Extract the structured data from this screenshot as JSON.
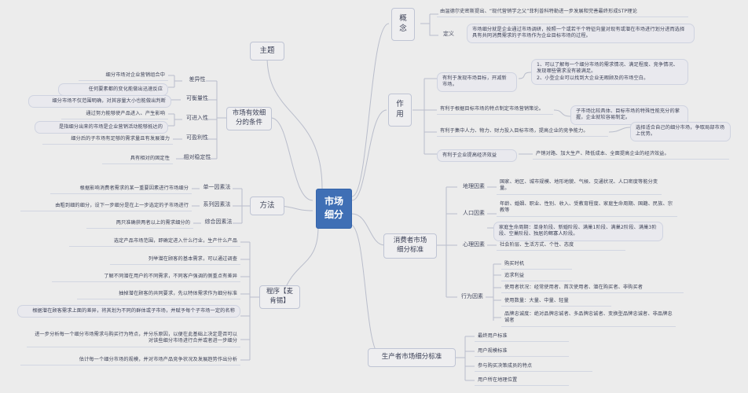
{
  "meta": {
    "background_color": "#ececec",
    "root_color": "#3f6fb5",
    "node_color": "#efeff1",
    "border_color": "#c2c6d6"
  },
  "root": {
    "label": "市场\n细分"
  },
  "branches": {
    "theme": {
      "label": "主题"
    },
    "concept": {
      "label": "概\n念"
    },
    "function": {
      "label": "作\n用"
    },
    "conditions": {
      "label": "市场有效细\n分的条件"
    },
    "methods": {
      "label": "方法"
    },
    "procedure": {
      "label": "程序【麦\n肯锡】"
    },
    "consumer": {
      "label": "消费者市场\n细分标准"
    },
    "producer": {
      "label": "生产者市场细分标准"
    }
  },
  "concept": {
    "origin": "由温德尔史密斯提出、“现代营销学之父”菲利普科特勒进一步发展和完善最终形成STP理论",
    "definition_label": "定义",
    "definition": "市场细分就是企业通过市场调研，按照一个或若干个特征向量对现有或潜在市场进行划分进而选择具有共同消费需求的子市场作为企业目标市场的过程。"
  },
  "function": {
    "items": [
      {
        "label": "有利于发现市场目标，开减新市场。",
        "detail": "1、可以了解每一个细分市场的需求情况、满足程度、竞争情况、发现哪些需求没有被满足。\n2、小型企业可以找到大企业无暇顾及的市场空白。"
      },
      {
        "label": "有利于根据目标市场的特点制定市场营销策论。",
        "detail": "子市场比较具体、目标市场的特殊性能充分的掌握，企业就较容易制定。"
      },
      {
        "label": "有利于集中人力、物力、财力投入目标市场，提高企业的竞争能力。",
        "detail": "选择适合自己的细分市场，争取局部市场上优势。"
      },
      {
        "label": "有利于企业提高经济效益",
        "detail": "产销对路、加大生产、降低成本、全面提高企业的经济效益。"
      }
    ]
  },
  "conditions": {
    "items": [
      {
        "label": "差异性",
        "detail": "细分市场对企业营销组合中\n任何要素都的变化能做出迅速反应"
      },
      {
        "label": "可衡量性",
        "detail": "细分市场不仅范围明确，对其容量大小也能做出判断"
      },
      {
        "label": "可进入性",
        "detail": "通过努力能够使产品进入、产生影响\n是指细分出来的市场是企业营销活动能够抵达的"
      },
      {
        "label": "可盈利性",
        "detail": "细分后的子市场有足够的需求量且有发展潜力"
      },
      {
        "label": "相对稳定性",
        "detail": "具有相对的固定性"
      }
    ]
  },
  "conditions_leaves": [
    "细分市场对企业营销组合中",
    "任何要素都的变化能做出迅速反应",
    "细分市场不仅范围明确，对其容量大小也能做出判断",
    "通过努力能够使产品进入、产生影响",
    "是指细分出来的市场是企业营销活动能够抵达的",
    "细分后的子市场有足够的需求量且有发展潜力",
    "具有相对的固定性"
  ],
  "methods": {
    "items": [
      {
        "label": "单一因素法",
        "detail": "根据影响消费者需求的某一重要因素进行市场细分"
      },
      {
        "label": "系列因素法",
        "detail": "由粗到细的细分，设下一步细分是在上一步选定的子市场进行"
      },
      {
        "label": "综合因素法",
        "detail": "两只准确获两者以上的需求细分的"
      }
    ]
  },
  "procedure": {
    "steps": [
      "选定产品市场范围，即确定进入什么行业，生产什么产品",
      "列举潜在顾客的基本需求，可以通过调查",
      "了解不同潜在用户的不同需求，不同客户强调的侧重点有差异",
      "抽掉潜在顾客的共同要求，先以特体需求作为细分标准",
      "根据潜在顾客需求上面的差异，将其划为不同的群体或子市场，并赋予每个子市场一定的名称",
      "进一步分析每一个细分市场需求与购买行为特点，并分乐原因，以便在此基础上决定是否可以对该些细分市场进行合并或者进一步细分",
      "估计每一个细分市场的规模，并对市场产品竞争状况及发展趋势作出分析"
    ]
  },
  "consumer": {
    "items": [
      {
        "label": "地理因素",
        "detail": "国家、地区、城市规模、地形地貌、气候、交通状况、人口密度等能分变量。"
      },
      {
        "label": "人口因素",
        "detail": "年龄、婚姻、职业、性别、收入、受教育程度、家庭生命周期、国籍、民族、宗教等",
        "detail2": "家庭生命周期：单身阶段、新婚阶段、满巢1阶段、满巢2阶段、满巢3阶段、空巢阶段、独居的鳏寡人阶段。"
      },
      {
        "label": "心理因素",
        "detail": "社会阶层、生活方式、个性、态度"
      },
      {
        "label": "行为因素",
        "details": [
          "购买时机",
          "追求利益",
          "使用者状况：经常使用者、首次使用者、潜在购买者、非购买者",
          "使用数量：大量、中量、轻量",
          "品牌忠诚度：绝对品牌忠诚者、多品牌忠诚者、变换型品牌忠诚者、非品牌忠诚者"
        ]
      }
    ]
  },
  "producer": {
    "items": [
      "最终用户标准",
      "用户规模标准",
      "参与购买决策成员的特点",
      "用户所在地理位置"
    ]
  }
}
